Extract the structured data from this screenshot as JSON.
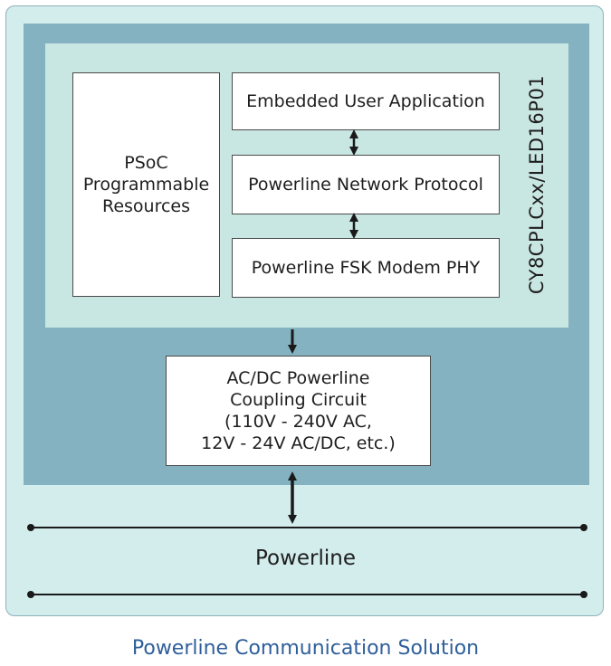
{
  "diagram": {
    "psoc_block": "PSoC\nProgrammable\nResources",
    "stack": {
      "application": "Embedded User Application",
      "protocol": "Powerline Network Protocol",
      "phy": "Powerline FSK Modem PHY"
    },
    "chip_part_number": "CY8CPLCxx/LED16P01",
    "coupling_circuit": "AC/DC Powerline\nCoupling Circuit\n(110V - 240V AC,\n12V - 24V AC/DC, etc.)",
    "powerline_label": "Powerline",
    "caption": "Powerline Communication Solution",
    "colors": {
      "outer_background": "#d3ecec",
      "teal_region": "#84b2c0",
      "chip_background": "#c9e7e2",
      "caption_text": "#2f5f9a"
    }
  }
}
